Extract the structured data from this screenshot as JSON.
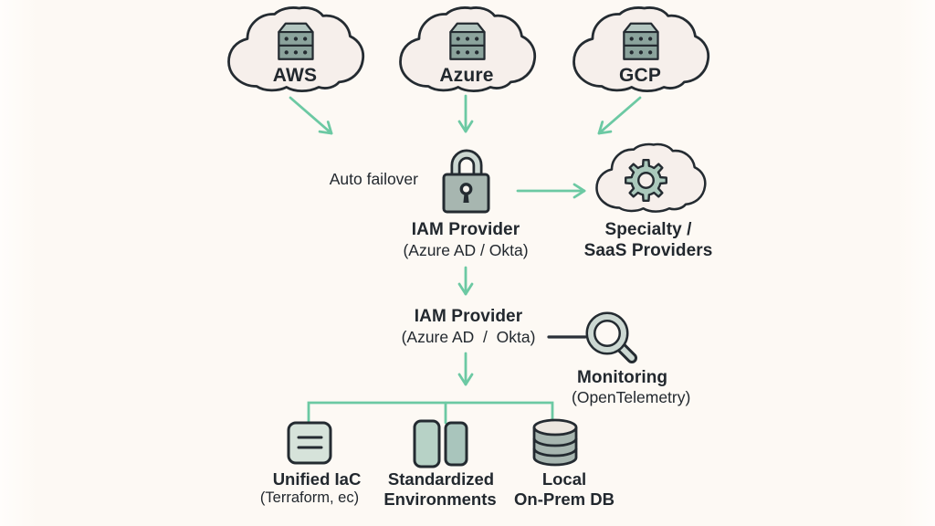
{
  "diagram": {
    "title_hint": "Multi-cloud IAM architecture diagram",
    "clouds": [
      {
        "id": "aws",
        "label": "AWS",
        "icon": "server-icon"
      },
      {
        "id": "azure",
        "label": "Azure",
        "icon": "server-icon"
      },
      {
        "id": "gcp",
        "label": "GCP",
        "icon": "server-icon"
      }
    ],
    "auto_failover_label": "Auto failover",
    "iam_primary": {
      "title": "IAM Provider",
      "subtitle": "(Azure AD / Okta)",
      "icon": "padlock-icon"
    },
    "specialty": {
      "line1": "Specialty /",
      "line2": "SaaS Providers",
      "icon": "gear-cloud-icon"
    },
    "iam_secondary": {
      "title": "IAM Provider",
      "subtitle": "(Azure AD  /  Okta)"
    },
    "monitoring": {
      "title": "Monitoring",
      "subtitle": "(OpenTelemetry)",
      "icon": "magnifier-icon"
    },
    "bottom_nodes": [
      {
        "line1": "Unified IaC",
        "line2": "(Terraform, ec)",
        "icon": "document-lines-icon"
      },
      {
        "line1": "Standardized",
        "line2": "Environments",
        "icon": "environment-bars-icon"
      },
      {
        "line1": "Local",
        "line2": "On-Prem DB",
        "icon": "database-icon"
      }
    ]
  },
  "colors": {
    "background": "#fdf9f4",
    "ink": "#22282e",
    "outline": "#242b31",
    "accent_green": "#6cc9a3",
    "cloud_fill": "#f6efeb",
    "icon_fill": "#a7b6b0",
    "icon_fill_light": "#ccd8d2",
    "leaf_fill": "#d6e3da",
    "gear_fill": "#abc9bc"
  }
}
